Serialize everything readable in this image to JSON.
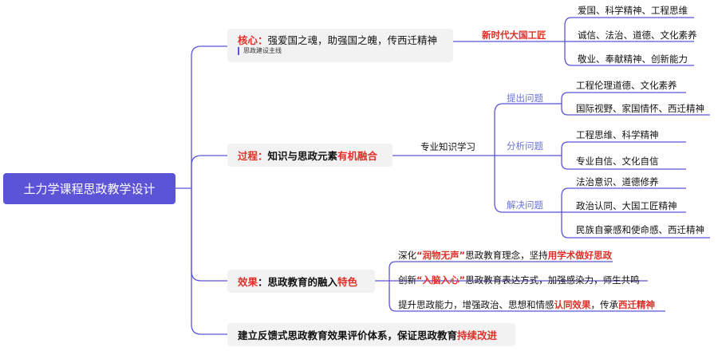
{
  "root": "土力学课程思政教学设计",
  "core": {
    "label": "核心：",
    "text": "强爱国之魂，助强国之魄，传西迁精神",
    "tag": "思政建设主线",
    "node": "新时代大国工匠",
    "leaves": [
      "爱国、科学精神、工程思维",
      "诚信、法治、道德、文化素养",
      "敬业、奉献精神、创新能力"
    ]
  },
  "process": {
    "label": "过程：",
    "text": "知识与思政元素",
    "highlight": "有机融合",
    "node": "专业知识学习",
    "groups": [
      {
        "name": "提出问题",
        "leaves": [
          "工程伦理道德、文化素养",
          "国际视野、家国情怀、西迁精神"
        ]
      },
      {
        "name": "分析问题",
        "leaves": [
          "工程思维、科学精神",
          "专业自信、文化自信"
        ]
      },
      {
        "name": "解决问题",
        "leaves": [
          "法治意识、道德修养",
          "政治认同、大国工匠精神",
          "民族自豪感和使命感、西迁精神"
        ]
      }
    ]
  },
  "effect": {
    "label": "效果",
    "text": "：思政教育的融入",
    "highlight": "特色",
    "leaves": [
      {
        "a": "深化",
        "b": "“润物无声”",
        "c": "思政教育理念，坚持",
        "d": "用学术做好思政",
        "e": ""
      },
      {
        "a": "创新",
        "b": "“入脑入心”",
        "c": "思政教育表达方式，加强感染力，师生共鸣",
        "d": "",
        "e": ""
      },
      {
        "a": "提升思政能力，增强政治、思想和情感",
        "b": "认同效果",
        "c": "，传承",
        "d": "西迁精神",
        "e": ""
      }
    ]
  },
  "feedback": {
    "text": "建立反馈式思政教育效果评价体系，保证思政教育",
    "highlight": "持续改进"
  }
}
